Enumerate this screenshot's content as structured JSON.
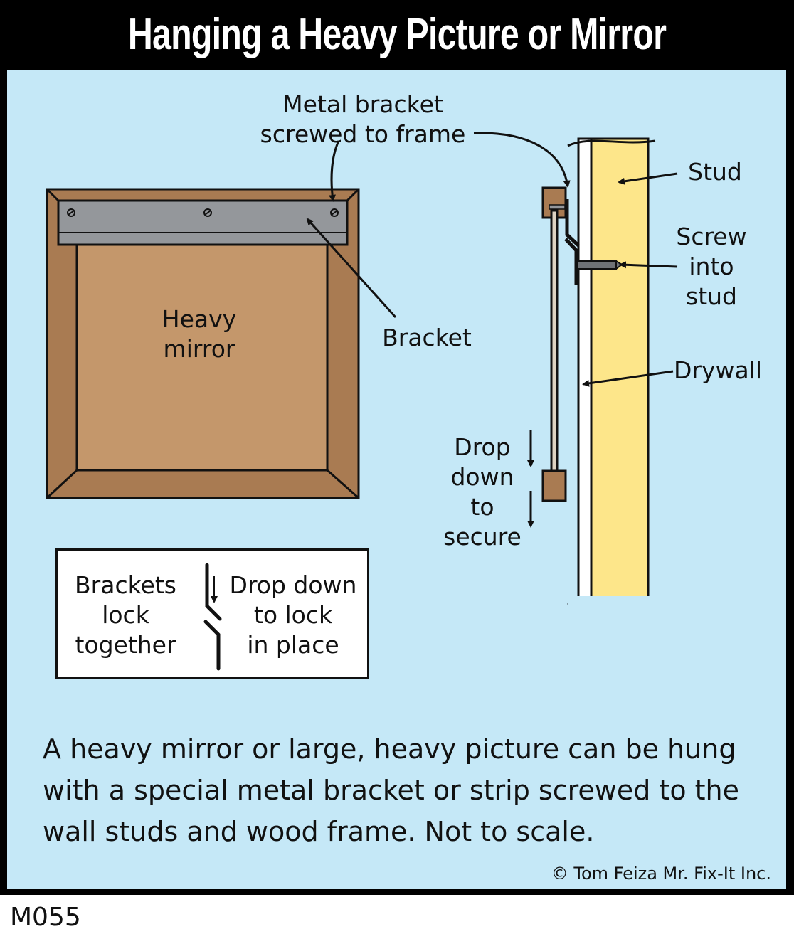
{
  "title": "Hanging a Heavy Picture or Mirror",
  "colors": {
    "background": "#c5e8f7",
    "frame_outer": "#a97b52",
    "frame_inner": "#c4976b",
    "bracket": "#94979b",
    "stud": "#fde68a",
    "drywall": "#ffffff",
    "header": "#000000"
  },
  "labels": {
    "metal_bracket": "Metal bracket\nscrewed to frame",
    "heavy_mirror": "Heavy\nmirror",
    "bracket": "Bracket",
    "stud": "Stud",
    "screw": "Screw\ninto\nstud",
    "drywall": "Drywall",
    "drop": "Drop\ndown\nto\nsecure"
  },
  "legend": {
    "left": "Brackets\nlock\ntogether",
    "right": "Drop down\nto lock\nin place"
  },
  "description": "A heavy mirror or large, heavy picture can be hung with a special metal bracket or strip screwed to the wall studs and wood frame. Not to scale.",
  "credit": "© Tom Feiza Mr. Fix-It Inc.",
  "code": "M055"
}
